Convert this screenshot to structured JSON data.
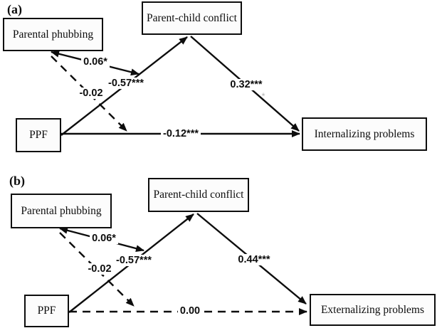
{
  "figure": {
    "panels": [
      {
        "panel_label": "(a)",
        "boxes": {
          "predictor": "Parental phubbing",
          "mediator": "Parent-child conflict",
          "moderator": "PPF",
          "outcome": "Internalizing problems"
        },
        "coefficients": {
          "predictor_to_mediation_path": "0.06*",
          "predictor_to_direct_path": "-0.02",
          "moderator_to_mediator": "-0.57***",
          "mediator_to_outcome": "0.32***",
          "moderator_to_outcome": "-0.12***"
        },
        "faint_mark": "*"
      },
      {
        "panel_label": "(b)",
        "boxes": {
          "predictor": "Parental phubbing",
          "mediator": "Parent-child conflict",
          "moderator": "PPF",
          "outcome": "Externalizing problems"
        },
        "coefficients": {
          "predictor_to_mediation_path": "0.06*",
          "predictor_to_direct_path": "-0.02",
          "moderator_to_mediator": "-0.57***",
          "mediator_to_outcome": "0.44***",
          "moderator_to_outcome": "0.00"
        }
      }
    ]
  }
}
